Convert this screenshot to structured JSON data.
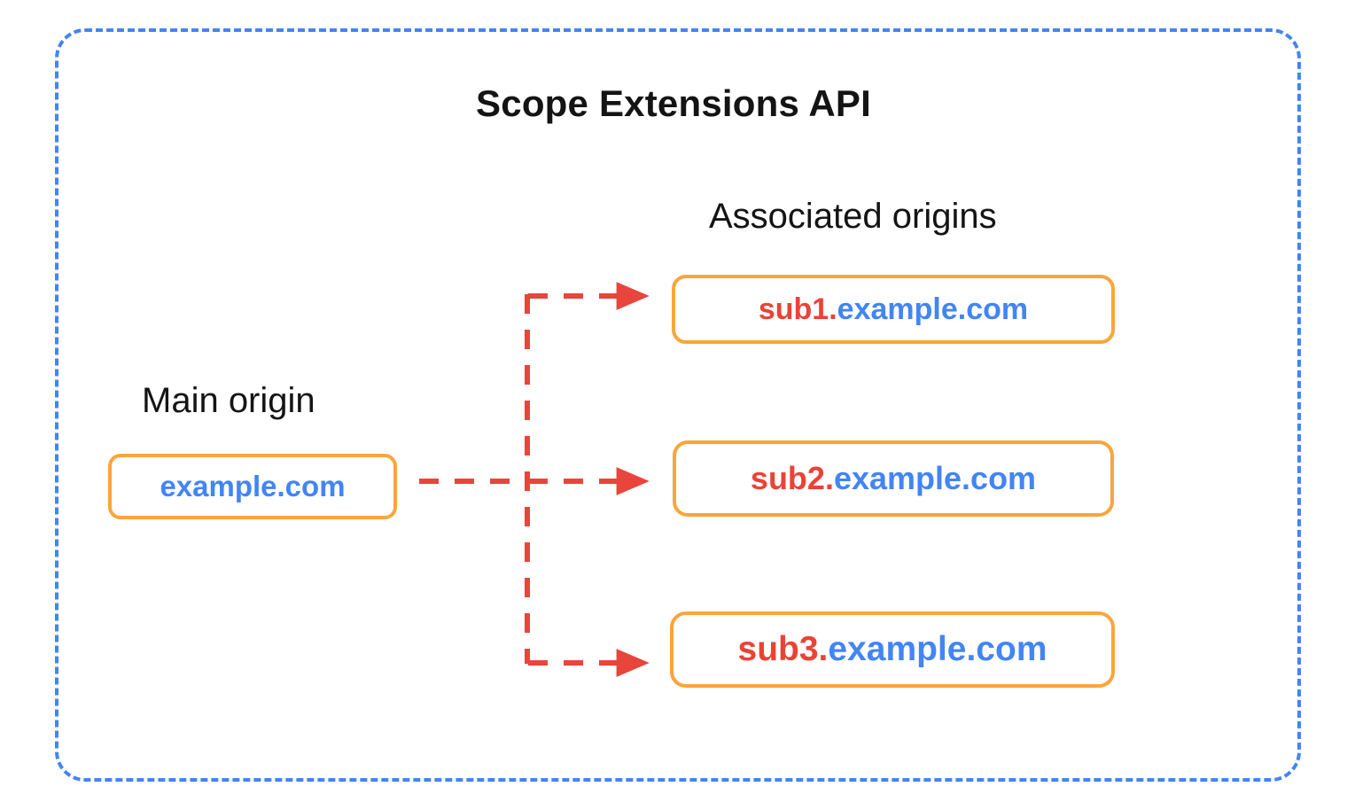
{
  "diagram": {
    "title": "Scope Extensions API",
    "frame": {
      "style": "dashed",
      "color": "#4285F4"
    },
    "sections": {
      "main_origin_label": "Main origin",
      "associated_origins_label": "Associated origins"
    },
    "main_origin": {
      "host": "",
      "domain": "example.com"
    },
    "associated_origins": [
      {
        "host": "sub1.",
        "domain": "example.com"
      },
      {
        "host": "sub2.",
        "domain": "example.com"
      },
      {
        "host": "sub3.",
        "domain": "example.com"
      }
    ],
    "connectors": {
      "style": "dashed",
      "color": "#E8453C",
      "arrow_count": 3,
      "description": "Dashed red arrows from the main origin branching to each associated origin"
    },
    "colors": {
      "frame_blue": "#4285F4",
      "box_border_orange": "#FAA53C",
      "host_red": "#EA4335",
      "domain_blue": "#4285F4",
      "arrow_red": "#E8453C",
      "text_black": "#141414",
      "background": "#FFFFFF"
    }
  }
}
